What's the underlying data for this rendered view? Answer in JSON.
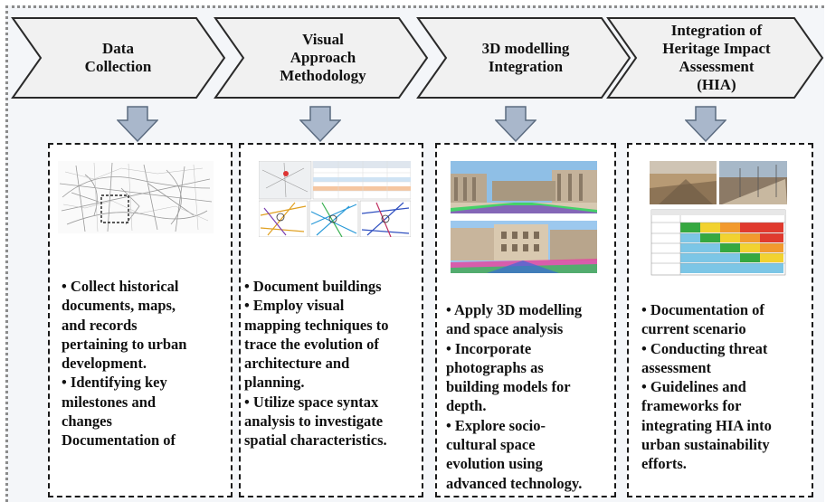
{
  "colors": {
    "chevron_fill": "#f1f1f1",
    "chevron_stroke": "#2a2a2a",
    "arrow_fill": "#a9b7cb",
    "arrow_stroke": "#5b6b80",
    "panel_border": "#1a1a1a"
  },
  "stages": [
    {
      "title": "Data\nCollection",
      "image_desc": "city-map-icon",
      "bullets": [
        "• Collect historical\ndocuments, maps,\nand records\npertaining to urban\ndevelopment.",
        "• Identifying key\nmilestones and\nchanges\nDocumentation of"
      ]
    },
    {
      "title": "Visual\nApproach\nMethodology",
      "image_desc": "space-syntax-analysis-icon",
      "bullets": [
        "• Document buildings",
        "• Employ visual\nmapping techniques to\ntrace the evolution of\narchitecture and\nplanning.",
        "• Utilize space syntax\nanalysis to investigate\nspatial characteristics."
      ]
    },
    {
      "title": "3D modelling\nIntegration",
      "image_desc": "3d-street-model-icon",
      "bullets": [
        "• Apply 3D modelling\nand space analysis",
        "• Incorporate\nphotographs as\nbuilding models for\ndepth.",
        "• Explore socio-\ncultural space\nevolution using\nadvanced technology."
      ]
    },
    {
      "title": "Integration of\nHeritage Impact\nAssessment\n(HIA)",
      "image_desc": "heritage-impact-matrix-icon",
      "bullets": [
        "• Documentation of\ncurrent scenario",
        "• Conducting threat\nassessment",
        "• Guidelines and\nframeworks for\nintegrating HIA into\nurban sustainability\nefforts."
      ]
    }
  ]
}
